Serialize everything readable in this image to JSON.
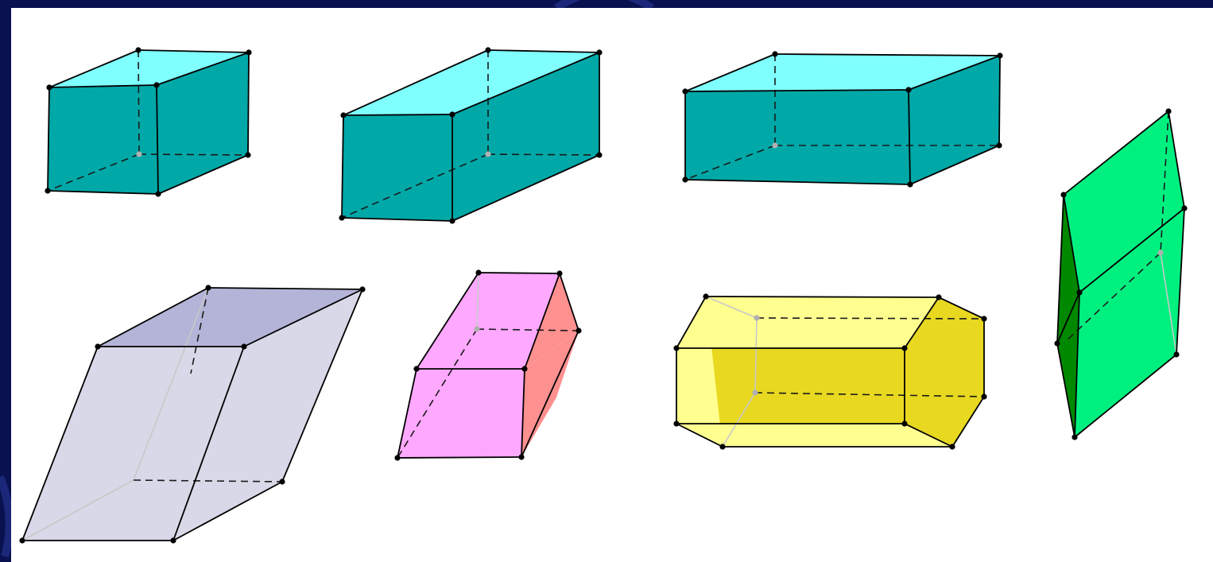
{
  "slide": {
    "background_color": "#0a1150",
    "panel_color": "#ffffff"
  },
  "figures": [
    {
      "name": "rectangular-box-1",
      "kind": "rectangular parallelepiped",
      "colors": {
        "front": "#00a8a8",
        "side": "#00a8a8",
        "top": "#80ffff"
      }
    },
    {
      "name": "rectangular-box-2",
      "kind": "rectangular parallelepiped",
      "colors": {
        "front": "#00a8a8",
        "side": "#00a8a8",
        "top": "#80ffff"
      }
    },
    {
      "name": "rectangular-box-3",
      "kind": "rectangular parallelepiped",
      "colors": {
        "front": "#00a8a8",
        "side": "#00a8a8",
        "top": "#80ffff"
      }
    },
    {
      "name": "oblique-parallelepiped",
      "kind": "oblique parallelepiped",
      "colors": {
        "front": "#d8d8e8",
        "side": "#d8d8e8",
        "top": "#b4b4d8"
      }
    },
    {
      "name": "pink-prism",
      "kind": "triangular prism",
      "colors": {
        "front": "#ffa8ff",
        "side": "#ff9090",
        "top": "#ffa8ff"
      }
    },
    {
      "name": "yellow-hexagonal-prism",
      "kind": "hexagonal prism",
      "colors": {
        "front": "#e8d820",
        "side": "#e8d820",
        "top": "#ffff90"
      }
    },
    {
      "name": "green-prism",
      "kind": "quadrilateral prism",
      "colors": {
        "front": "#00f080",
        "side": "#008800",
        "top": "#00f080"
      }
    }
  ]
}
